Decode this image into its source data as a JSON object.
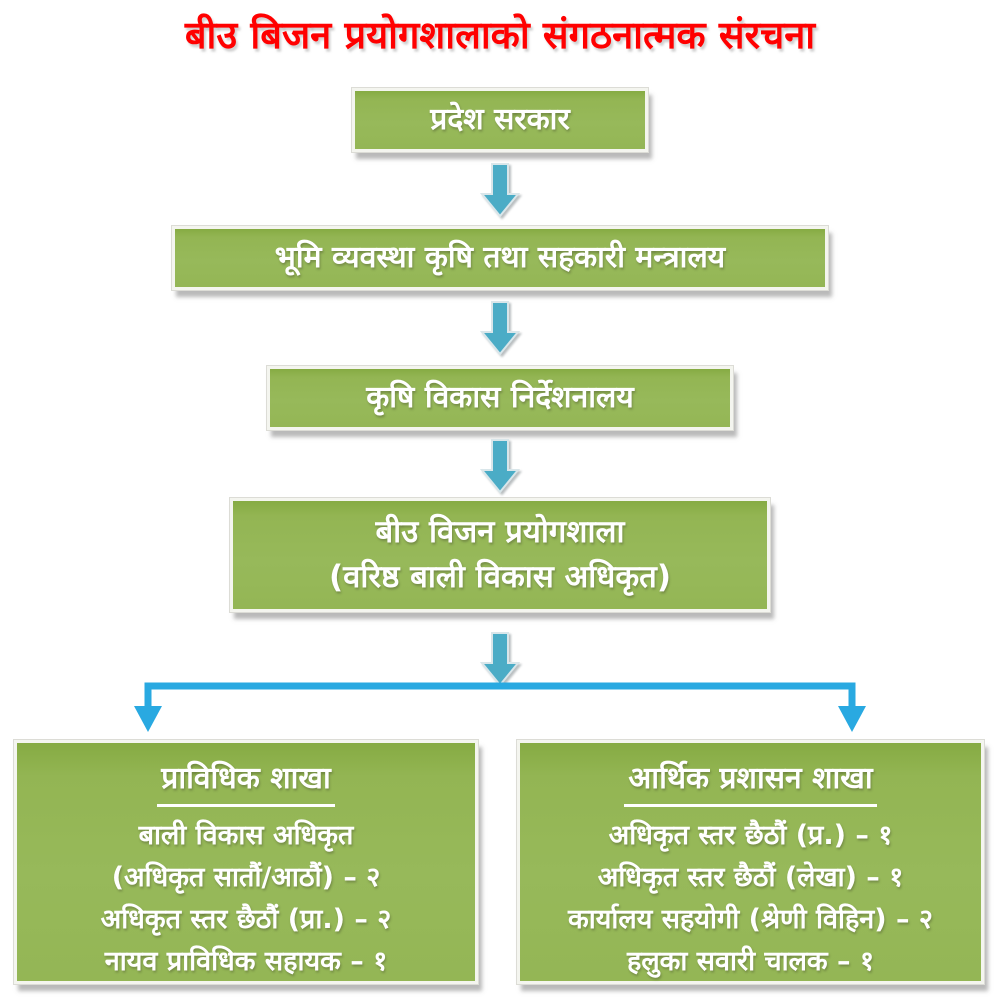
{
  "title": "बीउ बिजन प्रयोगशालाको संगठनात्मक संरचना",
  "org": {
    "level1": {
      "label": "प्रदेश सरकार"
    },
    "level2": {
      "label": "भूमि व्यवस्था कृषि तथा सहकारी मन्त्रालय"
    },
    "level3": {
      "label": "कृषि विकास निर्देशनालय"
    },
    "level4": {
      "line1": "बीउ विजन प्रयोगशाला",
      "line2": "(वरिष्ठ बाली विकास अधिकृत)"
    },
    "branch_left": {
      "header": "प्राविधिक शाखा",
      "rows": [
        "बाली विकास अधिकृत",
        "(अधिकृत सातौं/आठौं) – २",
        "अधिकृत स्तर छैठौं (प्रा.) – २",
        "नायव प्राविधिक सहायक – १"
      ]
    },
    "branch_right": {
      "header": "आर्थिक प्रशासन शाखा",
      "rows": [
        "अधिकृत स्तर छैठौं (प्र.) – १",
        "अधिकृत स्तर छैठौं (लेखा) – १",
        "कार्यालय सहयोगी (श्रेणी विहिन) – २",
        "हलुका सवारी चालक – १"
      ]
    }
  },
  "icons": {
    "down_arrow": "down-arrow-icon",
    "branch_connector": "branch-connector-icon"
  },
  "colors": {
    "box_green": "#96B755",
    "box_border": "#F4F5EF",
    "arrow_teal": "#4BACC6",
    "connector_blue": "#29A9E1",
    "title_red": "#FF0000",
    "text_white": "#FFFFFF"
  }
}
